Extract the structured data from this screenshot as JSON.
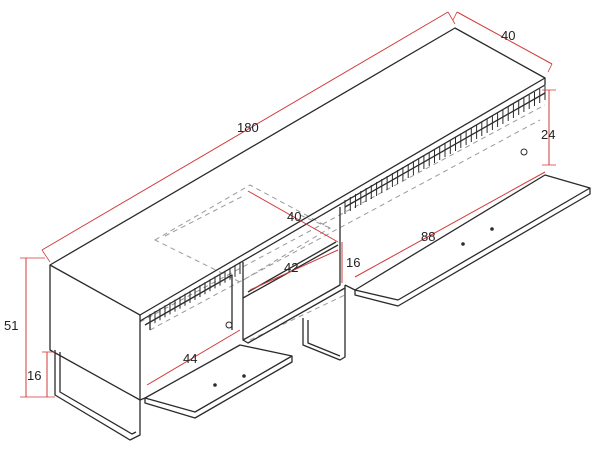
{
  "diagram": {
    "colors": {
      "outline": "#2b2b2b",
      "dimension": "#d23a3a",
      "hidden": "#9a9a9a",
      "background": "#ffffff"
    },
    "dimensions": {
      "length": "180",
      "depth": "40",
      "compartment_height": "24",
      "height": "51",
      "leg_height": "16",
      "shelf_depth": "40",
      "shelf_width": "42",
      "shelf_height": "16",
      "right_door_width": "88",
      "left_door_width": "44"
    }
  }
}
